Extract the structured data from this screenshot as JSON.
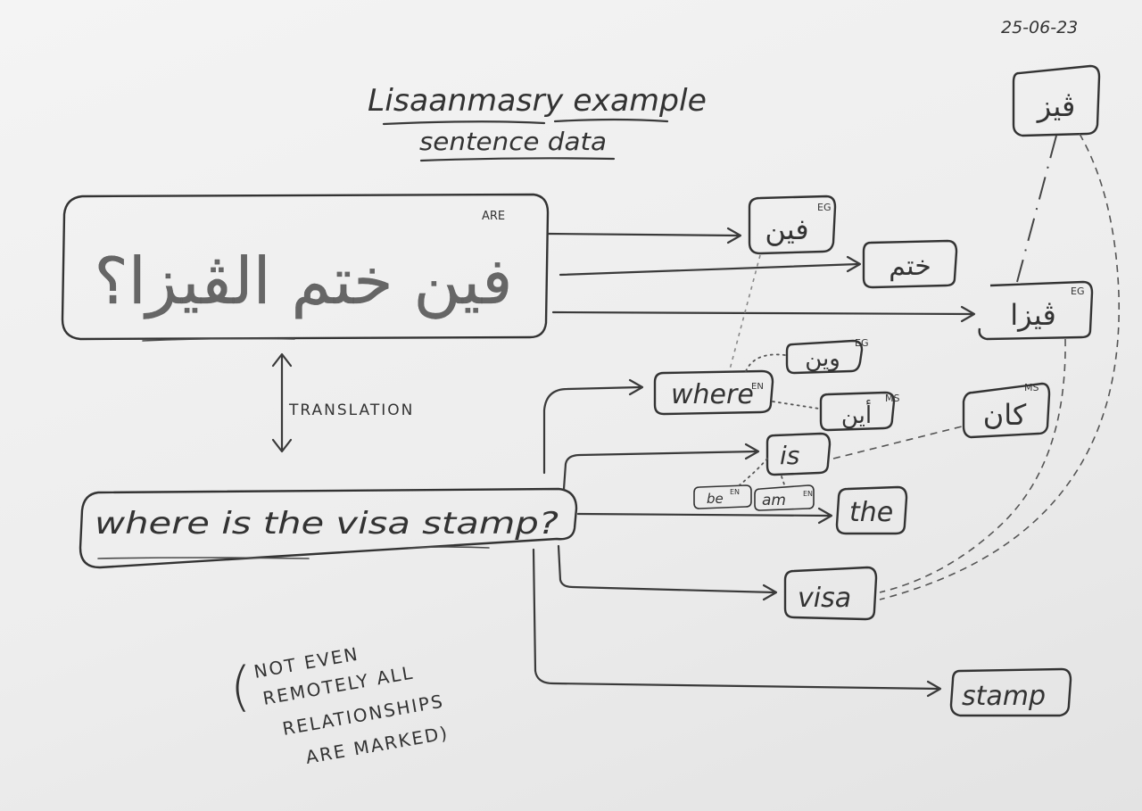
{
  "date": "25-06-23",
  "title": {
    "line1": "Lisaanmasry example",
    "line2": "sentence data"
  },
  "sentence_ar": {
    "text": "فين ختم الڤيزا؟",
    "tag": "ARE"
  },
  "translation_label": "TRANSLATION",
  "sentence_en": {
    "text": "where is the visa stamp?"
  },
  "words_ar": [
    {
      "text": "فين",
      "tag": "EG"
    },
    {
      "text": "ختم",
      "tag": ""
    },
    {
      "text": "ڤيزا",
      "tag": "EG"
    }
  ],
  "root_ar": {
    "text": "ڤيز"
  },
  "words_en": [
    {
      "text": "where",
      "tag": "EN"
    },
    {
      "text": "is",
      "tag": ""
    },
    {
      "text": "the",
      "tag": ""
    },
    {
      "text": "visa",
      "tag": ""
    },
    {
      "text": "stamp",
      "tag": ""
    }
  ],
  "related": {
    "wein": {
      "text": "وين",
      "tag": "EG"
    },
    "ayna": {
      "text": "أين",
      "tag": "MS"
    },
    "kaana": {
      "text": "كان",
      "tag": "MS"
    },
    "be": {
      "text": "be",
      "tag": "EN"
    },
    "am": {
      "text": "am",
      "tag": "EN"
    }
  },
  "note": {
    "open": "(",
    "line1": "NOT EVEN",
    "line2": "REMOTELY ALL",
    "line3": "RELATIONSHIPS",
    "line4": "ARE MARKED)"
  },
  "colors": {
    "ink": "#333333",
    "paper": "#eeeeee"
  }
}
